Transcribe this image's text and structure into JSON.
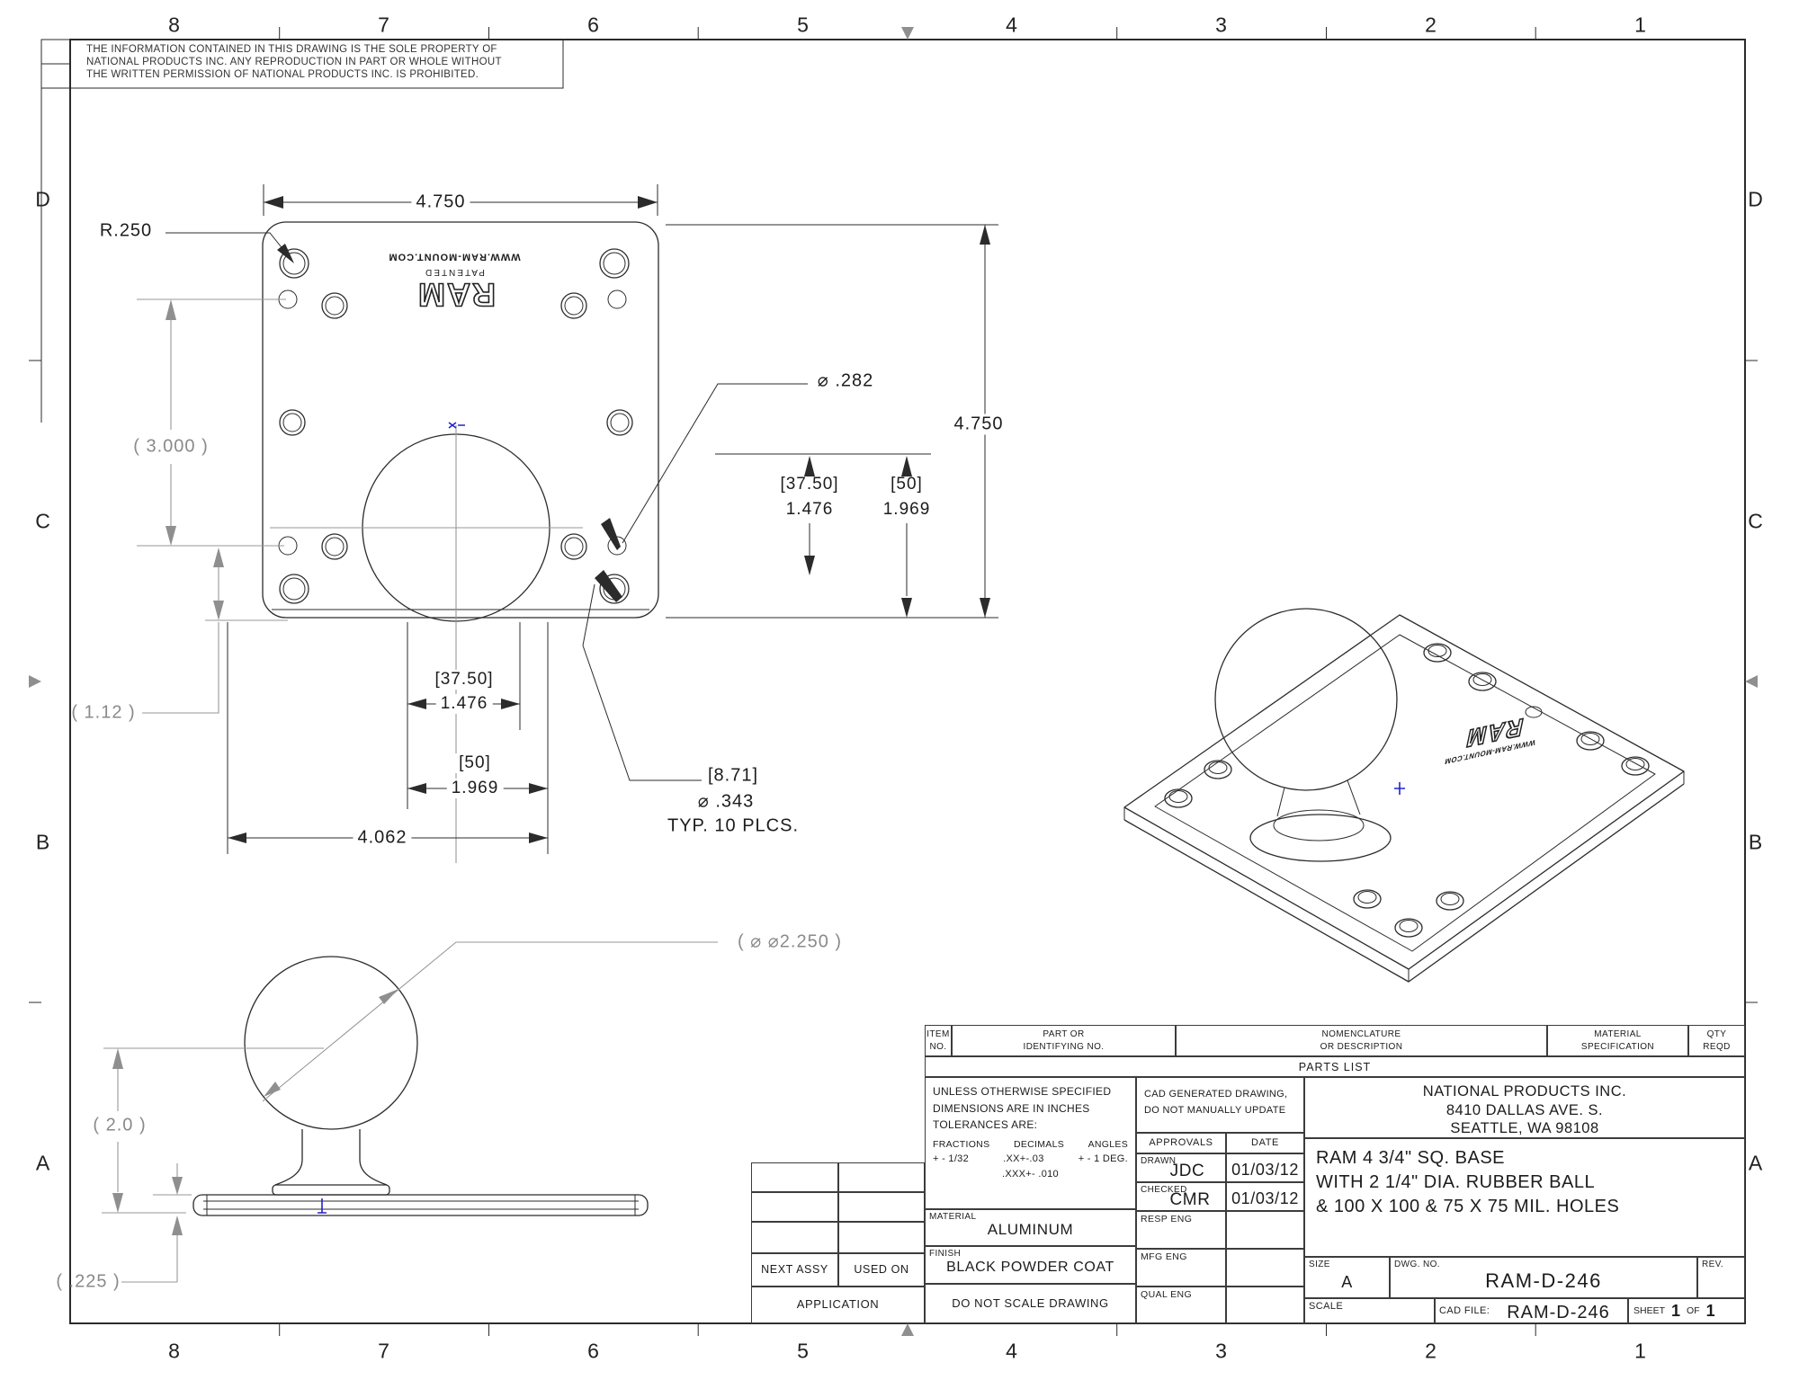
{
  "colors": {
    "line": "#2b2b2b",
    "dim_gray": "#8a8a8a",
    "accent_blue": "#2222cc"
  },
  "sheet": {
    "zone_columns": [
      "8",
      "7",
      "6",
      "5",
      "4",
      "3",
      "2",
      "1"
    ],
    "zone_rows": [
      "D",
      "C",
      "B",
      "A"
    ],
    "disclaimer": {
      "line1": "THE  INFORMATION  CONTAINED  IN  THIS  DRAWING  IS  THE  SOLE  PROPERTY  OF",
      "line2": "NATIONAL PRODUCTS INC.  ANY  REPRODUCTION  IN  PART  OR  WHOLE  WITHOUT",
      "line3": "THE  WRITTEN  PERMISSION  OF  NATIONAL PRODUCTS INC.  IS  PROHIBITED."
    }
  },
  "front_view": {
    "plate_markings": {
      "url": "WWW.RAM-MOUNT.COM",
      "patented": "PATENTED",
      "logo": "RAM"
    },
    "dims": {
      "width": "4.750",
      "height": "4.750",
      "corner_radius": "R.250",
      "left_span": "( 3.000 )",
      "left_offset": "( 1.12 )",
      "hole_small_dia": "⌀ .282",
      "right_mm1": "[37.50]",
      "right_in1": "1.476",
      "right_mm2": "[50]",
      "right_in2": "1.969",
      "bottom_mm1": "[37.50]",
      "bottom_in1": "1.476",
      "bottom_mm2": "[50]",
      "bottom_in2": "1.969",
      "bottom_width": "4.062",
      "hole_note_mm": "[8.71]",
      "hole_note_dia": "⌀ .343",
      "hole_note_plcs": "TYP. 10 PLCS."
    }
  },
  "side_view": {
    "dims": {
      "ball_dia": "( ⌀ ⌀2.250 )",
      "height": "( 2.0 )",
      "plate_thickness": "( .225 )"
    }
  },
  "iso_view": {
    "plate_markings": {
      "url": "WWW.RAM-MOUNT.COM",
      "logo": "RAM"
    }
  },
  "title_block": {
    "parts_list": {
      "item_l1": "ITEM",
      "item_l2": "NO.",
      "part_l1": "PART   OR",
      "part_l2": "IDENTIFYING  NO.",
      "nomen_l1": "NOMENCLATURE",
      "nomen_l2": "OR  DESCRIPTION",
      "mat_l1": "MATERIAL",
      "mat_l2": "SPECIFICATION",
      "qty_l1": "QTY",
      "qty_l2": "REQD",
      "caption": "PARTS  LIST"
    },
    "tolerances": {
      "l1": "UNLESS  OTHERWISE  SPECIFIED",
      "l2": "DIMENSIONS  ARE  IN  INCHES",
      "l3": "TOLERANCES  ARE:",
      "h_fractions": "FRACTIONS",
      "h_decimals": "DECIMALS",
      "h_angles": "ANGLES",
      "v_fractions": "+ - 1/32",
      "v_dec1": ".XX+-.03",
      "v_angles": "+ - 1 DEG.",
      "v_dec2": ".XXX+- .010"
    },
    "material": {
      "label": "MATERIAL",
      "value": "ALUMINUM"
    },
    "finish": {
      "label": "FINISH",
      "value": "BLACK POWDER COAT"
    },
    "no_scale": "DO  NOT  SCALE  DRAWING",
    "cad_note": {
      "line1": "CAD GENERATED DRAWING,",
      "line2": "DO  NOT  MANUALLY  UPDATE"
    },
    "approvals": {
      "header_approvals": "APPROVALS",
      "header_date": "DATE",
      "drawn_label": "DRAWN",
      "drawn_by": "JDC",
      "drawn_date": "01/03/12",
      "checked_label": "CHECKED",
      "checked_by": "CMR",
      "checked_date": "01/03/12",
      "resp_label": "RESP ENG",
      "mfg_label": "MFG ENG",
      "qual_label": "QUAL ENG"
    },
    "application": {
      "next_assy": "NEXT ASSY",
      "used_on": "USED ON",
      "caption": "APPLICATION"
    },
    "company": {
      "line1": "NATIONAL PRODUCTS INC.",
      "line2": "8410 DALLAS AVE. S.",
      "line3": "SEATTLE, WA 98108"
    },
    "title": {
      "line1": "RAM 4 3/4\" SQ. BASE",
      "line2": "WITH 2 1/4\" DIA. RUBBER BALL",
      "line3": "& 100 X 100 & 75 X 75 MIL. HOLES"
    },
    "drawing_info": {
      "size_label": "SIZE",
      "size": "A",
      "dwg_label": "DWG. NO.",
      "dwg_no": "RAM-D-246",
      "rev_label": "REV.",
      "scale_label": "SCALE",
      "cad_file_label": "CAD  FILE:",
      "cad_file": "RAM-D-246",
      "sheet_label": "SHEET",
      "sheet_no": "1",
      "of_label": "OF",
      "sheet_total": "1"
    }
  }
}
